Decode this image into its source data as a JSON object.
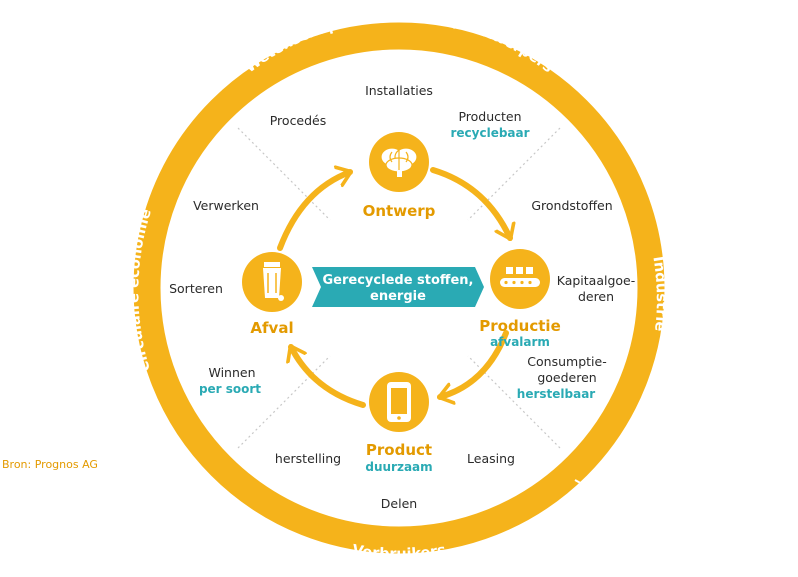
{
  "colors": {
    "ring": "#f5b31b",
    "accent": "#e39a00",
    "teal": "#2aaab4",
    "text": "#2b2b2b"
  },
  "source": "Bron: Prognos AG",
  "ring": {
    "top": "Wetenschap & Onderzoek / Ontwerpers",
    "right": "Industrie",
    "bottom": "Verbruikers",
    "left": "Circulaire economie"
  },
  "stages": {
    "ontwerp": {
      "label": "Ontwerp",
      "icon": "brain-icon"
    },
    "productie": {
      "label": "Productie",
      "sub": "afvalarm",
      "icon": "conveyor-icon"
    },
    "product": {
      "label": "Product",
      "sub": "duurzaam",
      "icon": "smartphone-icon"
    },
    "afval": {
      "label": "Afval",
      "icon": "trash-bin-icon"
    }
  },
  "center": {
    "line1": "Gerecyclede stoffen,",
    "line2": "energie"
  },
  "labels": {
    "installaties": "Installaties",
    "producten": "Producten",
    "recyclebaar": "recyclebaar",
    "procedes": "Procedés",
    "verwerken": "Verwerken",
    "grondstoffen": "Grondstoffen",
    "sorteren": "Sorteren",
    "kapitaal1": "Kapitaalgoe-",
    "kapitaal2": "deren",
    "winnen": "Winnen",
    "per_soort": "per soort",
    "consumptie1": "Consumptie-",
    "consumptie2": "goederen",
    "herstelbaar": "herstelbaar",
    "herstelling": "herstelling",
    "leasing": "Leasing",
    "delen": "Delen"
  }
}
